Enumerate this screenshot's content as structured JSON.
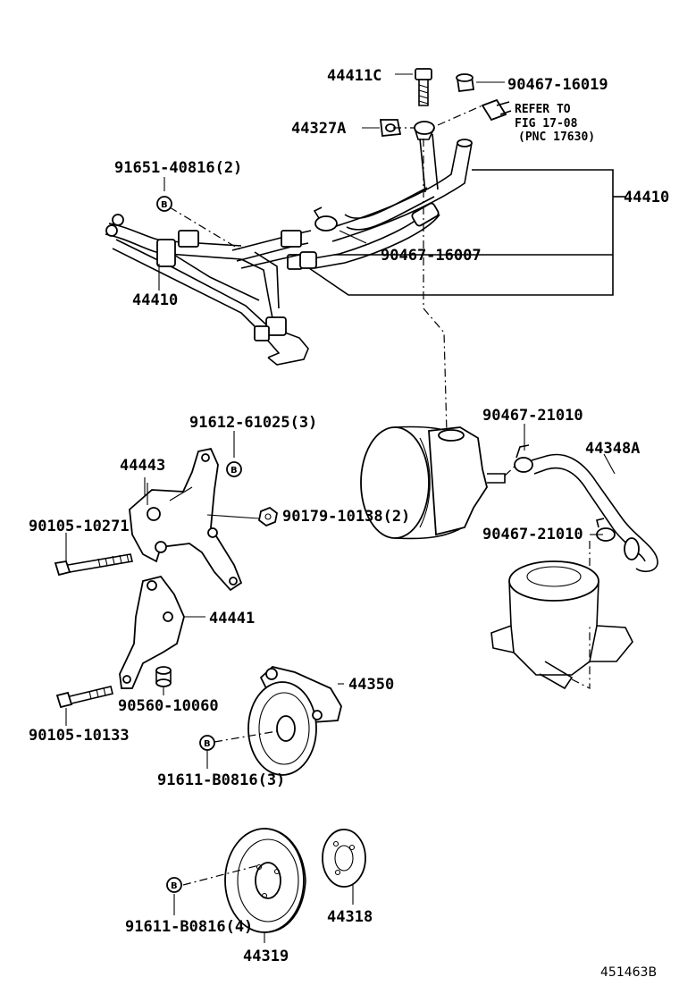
{
  "labels": {
    "p44411c": "44411C",
    "p90467_16019": "90467-16019",
    "refer_l1": "REFER TO",
    "refer_l2": "FIG 17-08",
    "refer_l3": "(PNC 17630)",
    "p44327a": "44327A",
    "p91651": "91651-40816(2)",
    "p44410_right": "44410",
    "p90467_16007": "90467-16007",
    "p44410_left": "44410",
    "p91612": "91612-61025(3)",
    "p90467_21010_top": "90467-21010",
    "p44443": "44443",
    "p44348a": "44348A",
    "p90105_10271": "90105-10271",
    "p90179": "90179-10138(2)",
    "p90467_21010_mid": "90467-21010",
    "p44441": "44441",
    "p44350": "44350",
    "p90560": "90560-10060",
    "p90105_10133": "90105-10133",
    "p91611_a": "91611-B0816(3)",
    "p91611_b": "91611-B0816(4)",
    "p44318": "44318",
    "p44319": "44319",
    "ref_code": "451463B"
  },
  "markers": {
    "b": "B"
  }
}
